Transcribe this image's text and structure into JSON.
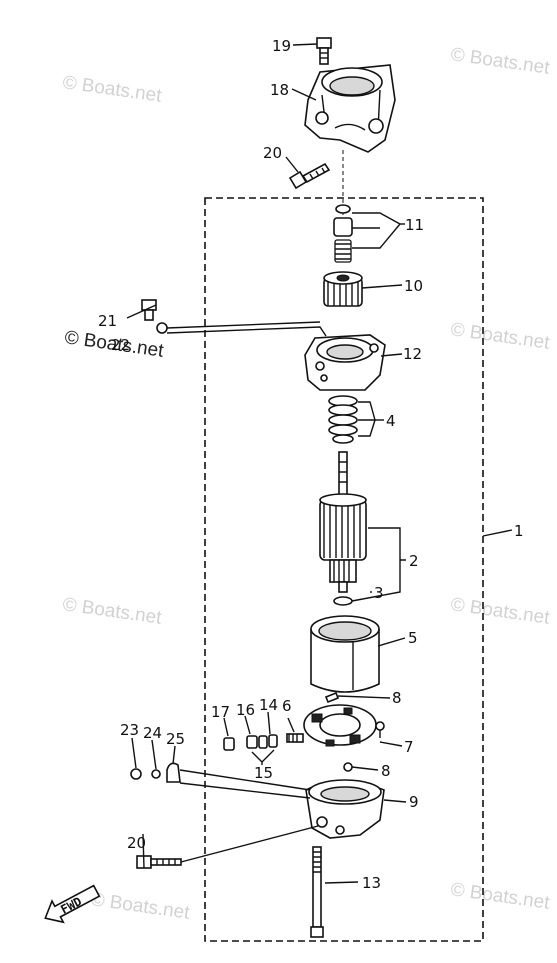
{
  "diagram": {
    "watermark_text": "© Boats.net",
    "fwd_text": "FWD",
    "labels": {
      "p1": "1",
      "p2": "2",
      "p3": "3",
      "p4": "4",
      "p5": "5",
      "p6": "6",
      "p7": "7",
      "p8a": "8",
      "p8b": "8",
      "p9": "9",
      "p10": "10",
      "p11": "11",
      "p12": "12",
      "p13": "13",
      "p14": "14",
      "p15": "15",
      "p16": "16",
      "p17": "17",
      "p18": "18",
      "p19": "19",
      "p20a": "20",
      "p20b": "20",
      "p21": "21",
      "p22": "22",
      "p23": "23",
      "p24": "24",
      "p25": "25"
    }
  }
}
